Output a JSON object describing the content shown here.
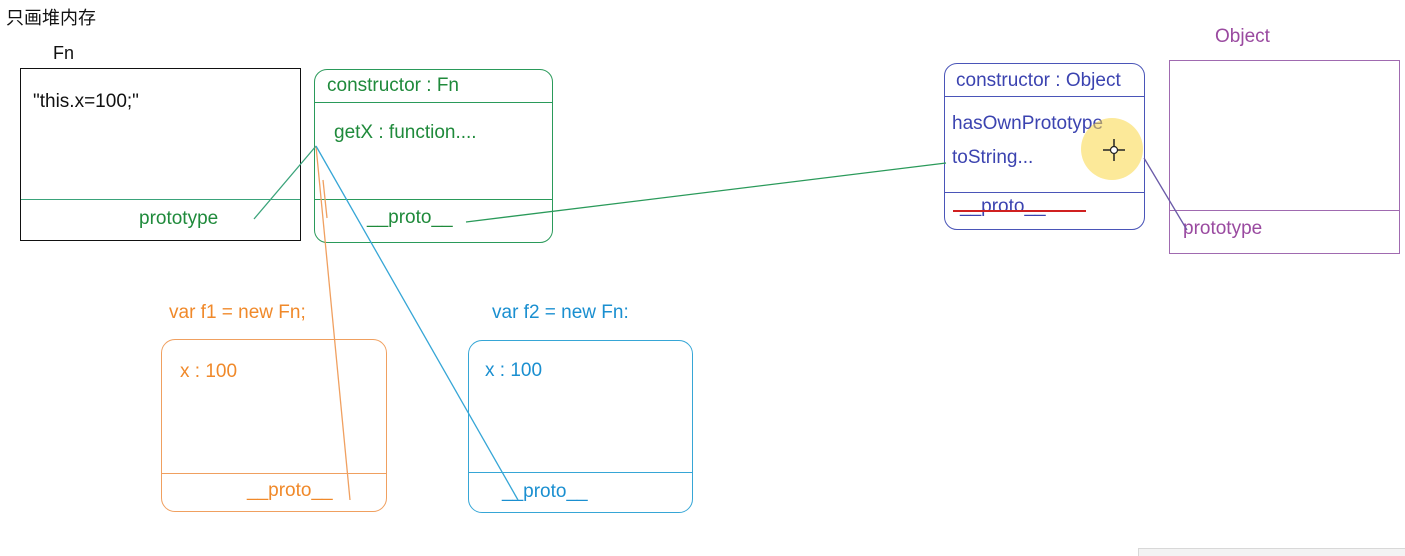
{
  "heading": "只画堆内存",
  "fn_function": {
    "title": "Fn",
    "code": "\"this.x=100;\"",
    "prototype_label": "prototype"
  },
  "fn_prototype_object": {
    "constructor": "constructor : Fn",
    "method": "getX : function....",
    "proto": "__proto__"
  },
  "instance_f1": {
    "label": "var f1 = new Fn;",
    "property": "x : 100",
    "proto": "__proto__"
  },
  "instance_f2": {
    "label": "var f2 = new Fn:",
    "property": "x : 100",
    "proto": "__proto__"
  },
  "object_prototype": {
    "constructor": "constructor : Object",
    "method1": "hasOwnPrototype",
    "method2": "toString...",
    "proto": "__proto__"
  },
  "object_function": {
    "title": "Object",
    "prototype_label": "prototype"
  },
  "colors": {
    "fn": "#1f8a3b",
    "f1": "#f0892a",
    "f2": "#1a8fd0",
    "object_prototype": "#3b43b0",
    "object_function": "#9a4aa0",
    "strike": "#d02020"
  }
}
